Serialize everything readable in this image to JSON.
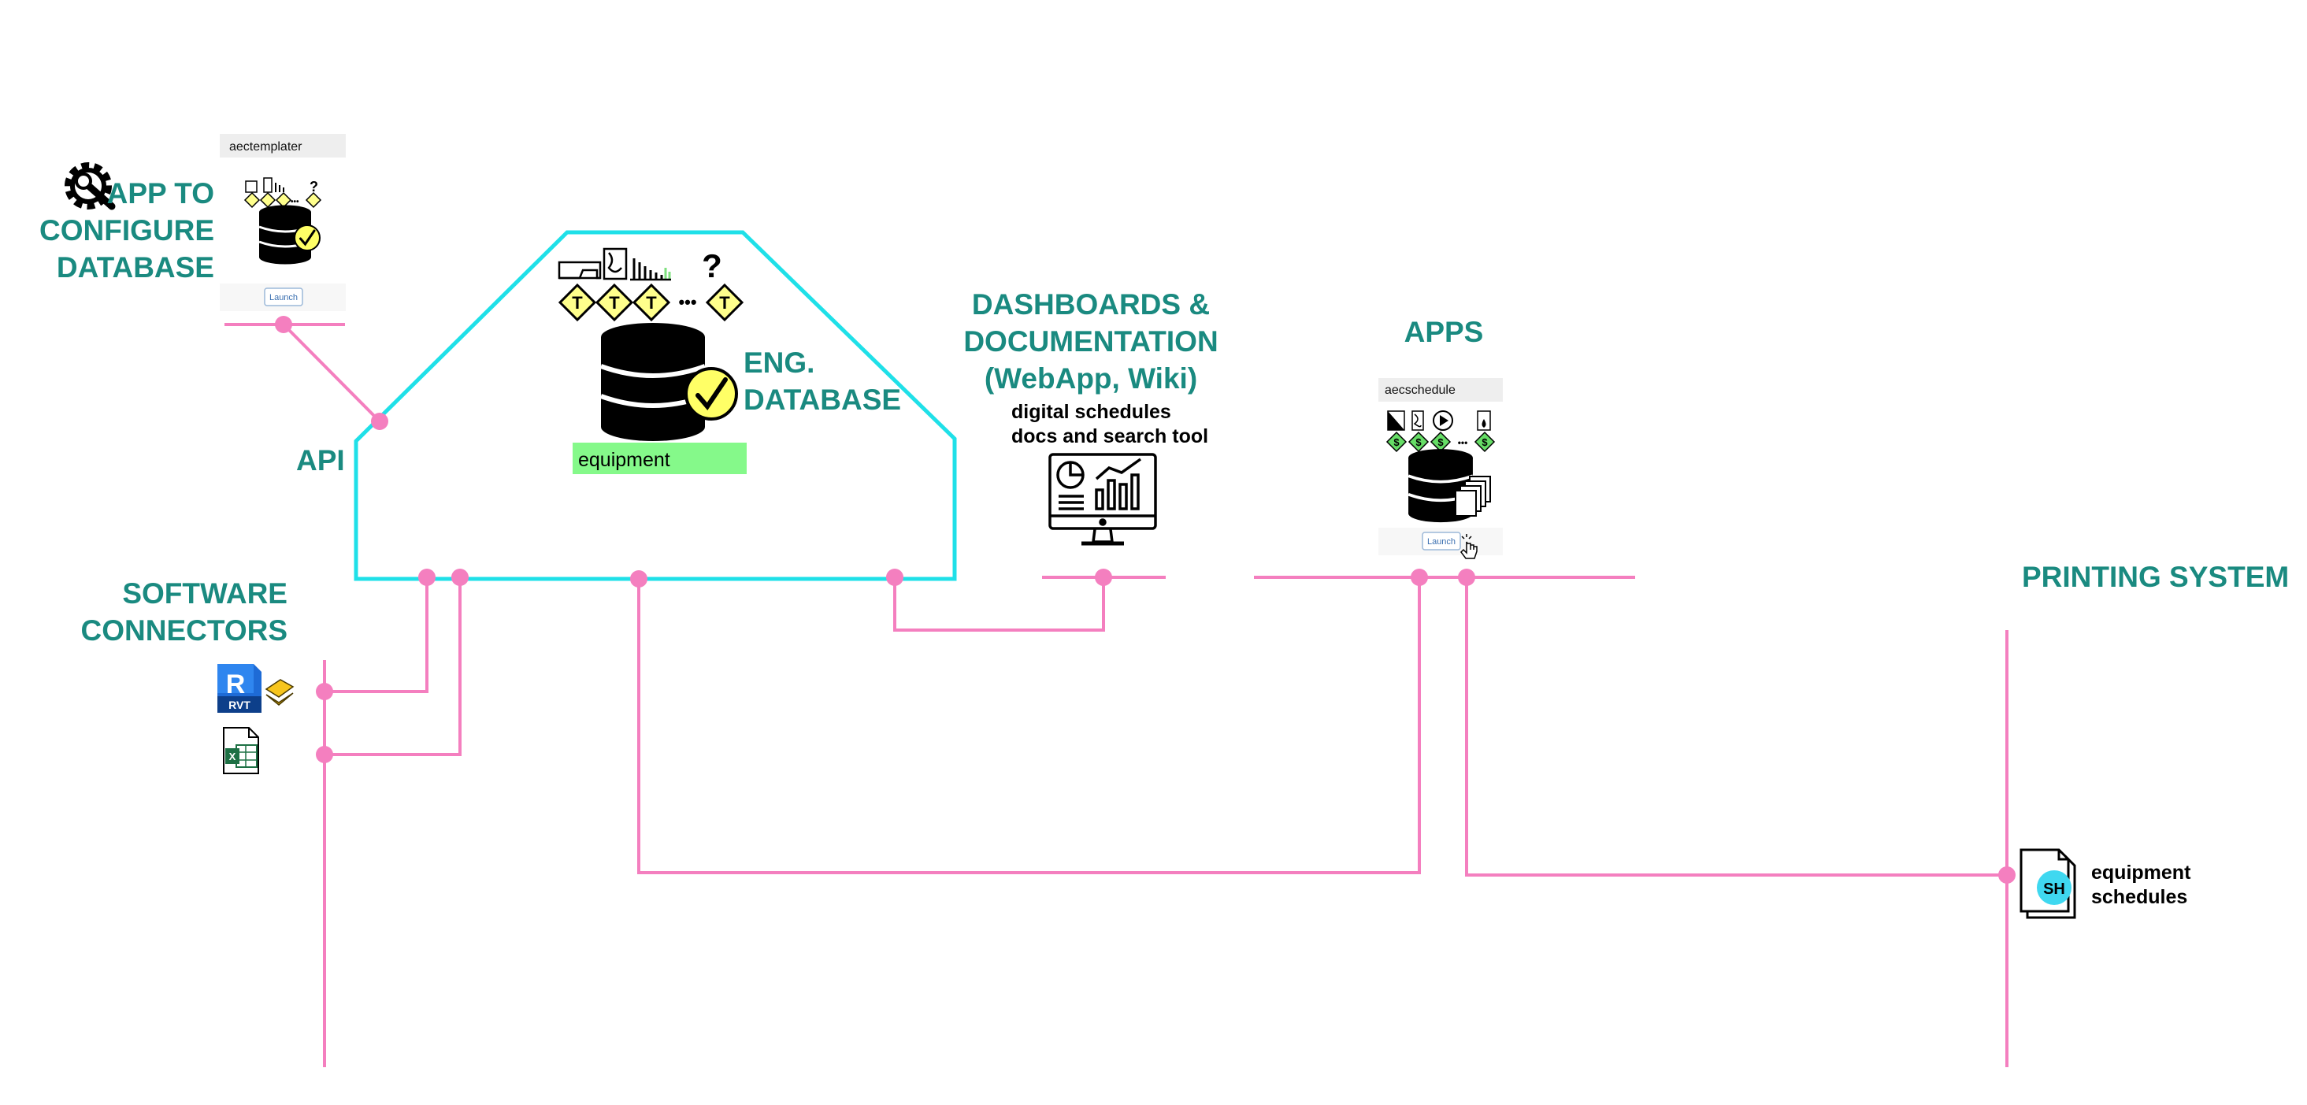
{
  "labels": {
    "app_to_configure": [
      "APP TO",
      "CONFIGURE",
      "DATABASE"
    ],
    "api": "API",
    "eng_database": [
      "ENG.",
      "DATABASE"
    ],
    "dashboards": [
      "DASHBOARDS &",
      "DOCUMENTATION",
      "(WebApp, Wiki)"
    ],
    "dashboards_sub": [
      "digital schedules",
      "docs and search tool"
    ],
    "apps": "APPS",
    "software_connectors": [
      "SOFTWARE",
      "CONNECTORS"
    ],
    "printing_system": "PRINTING SYSTEM",
    "equipment_schedules": [
      "equipment",
      "schedules"
    ]
  },
  "cards": {
    "templater": {
      "title": "aectemplater",
      "button": "Launch"
    },
    "schedule": {
      "title": "aecschedule",
      "button": "Launch"
    }
  },
  "database": {
    "tag": "equipment"
  },
  "icons": {
    "revit": "RVT",
    "schedule_doc": "SH",
    "excel": "X",
    "template": "T",
    "cost": "$",
    "unknown": "?",
    "ellipsis": "•••"
  },
  "colors": {
    "connector_line": "#f47fbf",
    "database_outline": "#1fe0e8",
    "label_teal": "#1a8a80",
    "tag_green": "#85f98a",
    "template_diamond": "#ffff8c",
    "cost_diamond": "#66dd66"
  }
}
